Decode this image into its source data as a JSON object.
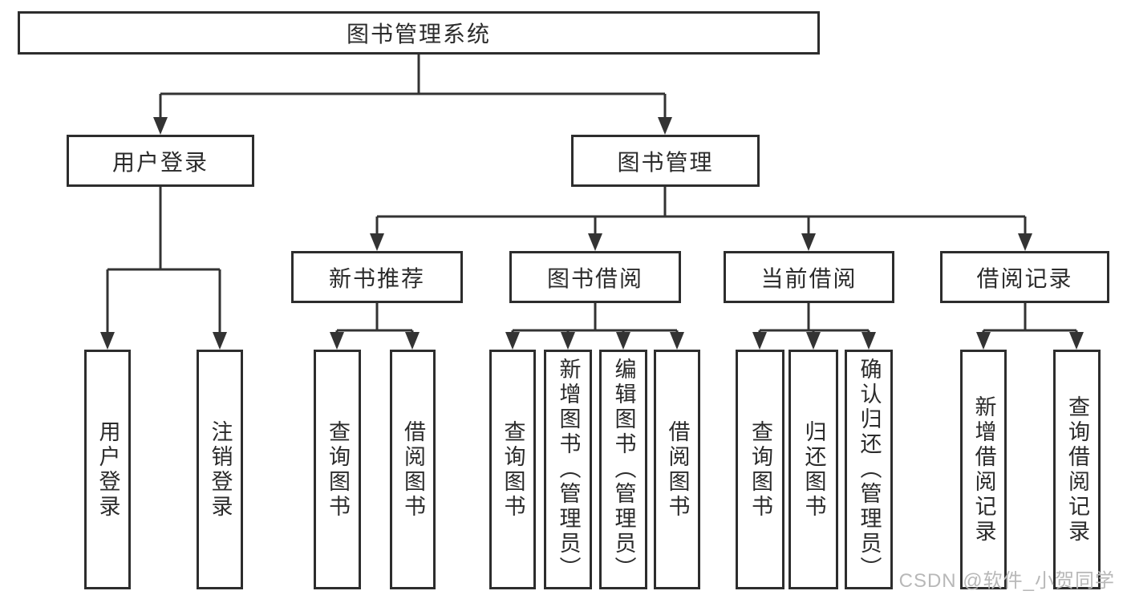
{
  "diagram": {
    "root": {
      "label": "图书管理系统",
      "children": [
        {
          "label": "用户登录",
          "children": [
            {
              "label": "用户登录"
            },
            {
              "label": "注销登录"
            }
          ]
        },
        {
          "label": "图书管理",
          "children": [
            {
              "label": "新书推荐",
              "children": [
                {
                  "label": "查询图书"
                },
                {
                  "label": "借阅图书"
                }
              ]
            },
            {
              "label": "图书借阅",
              "children": [
                {
                  "label": "查询图书"
                },
                {
                  "label": "新增图书（管理员）"
                },
                {
                  "label": "编辑图书（管理员）"
                },
                {
                  "label": "借阅图书"
                }
              ]
            },
            {
              "label": "当前借阅",
              "children": [
                {
                  "label": "查询图书"
                },
                {
                  "label": "归还图书"
                },
                {
                  "label": "确认归还（管理员）"
                }
              ]
            },
            {
              "label": "借阅记录",
              "children": [
                {
                  "label": "新增借阅记录"
                },
                {
                  "label": "查询借阅记录"
                }
              ]
            }
          ]
        }
      ]
    }
  },
  "watermark": {
    "text": "CSDN @软件_小贺同学"
  },
  "colors": {
    "line": "#333333",
    "border": "#2d2d2d",
    "text": "#2b2b2b",
    "watermark": "#b8b8b8",
    "background": "#ffffff"
  }
}
